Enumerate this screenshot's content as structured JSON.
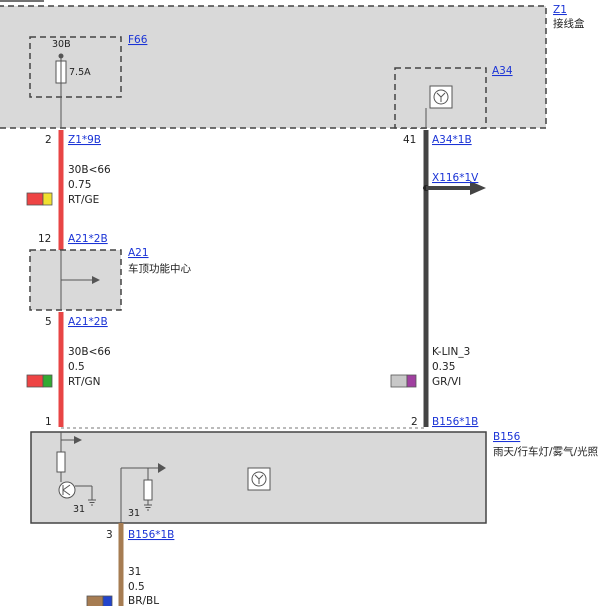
{
  "components": {
    "z1": {
      "id": "Z1",
      "name": "接线盒"
    },
    "f66": {
      "id": "F66",
      "terminal": "30B",
      "rating": "7.5A"
    },
    "a34": {
      "id": "A34"
    },
    "a21": {
      "id": "A21",
      "name": "车顶功能中心"
    },
    "b156": {
      "id": "B156",
      "name": "雨天/行车灯/雾气/光照"
    }
  },
  "connectors": {
    "z1_9b": {
      "pin": "2",
      "label": "Z1*9B"
    },
    "a34_1b": {
      "pin": "41",
      "label": "A34*1B"
    },
    "x116_1v": {
      "label": "X116*1V"
    },
    "a21_2b_top": {
      "pin": "12",
      "label": "A21*2B"
    },
    "a21_2b_bottom": {
      "pin": "5",
      "label": "A21*2B"
    },
    "b156_pin1": {
      "pin": "1"
    },
    "b156_pin2": {
      "pin": "2",
      "label": "B156*1B"
    },
    "b156_pin3": {
      "pin": "3",
      "label": "B156*1B"
    }
  },
  "wires": {
    "w1": {
      "circuit": "30B<66",
      "size": "0.75",
      "color_code": "RT/GE",
      "color_main": "#ee4444",
      "color_stripe": "#f0e030"
    },
    "w2": {
      "circuit": "30B<66",
      "size": "0.5",
      "color_code": "RT/GN",
      "color_main": "#ee4444",
      "color_stripe": "#33aa33"
    },
    "w3": {
      "circuit": "K-LIN_3",
      "size": "0.35",
      "color_code": "GR/VI",
      "color_main": "#c8c8c8",
      "color_stripe": "#a040a0"
    },
    "w4": {
      "circuit": "31",
      "size": "0.5",
      "color_code": "BR/BL",
      "color_main": "#a67c52",
      "color_stripe": "#2244cc"
    }
  },
  "ground_labels": {
    "g1": "31",
    "g2": "31"
  }
}
